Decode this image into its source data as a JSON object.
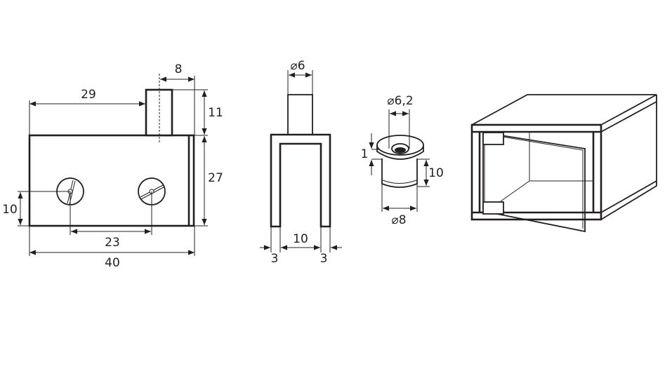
{
  "drawing_1": {
    "width": "8",
    "offset": "29",
    "pin_height": "11",
    "body_height": "27",
    "hole_height": "10",
    "hole_spacing": "23",
    "length": "40"
  },
  "drawing_2": {
    "pin_diameter": "⌀6",
    "gap": "10",
    "left_leg": "3",
    "right_leg": "3"
  },
  "drawing_3": {
    "hole_diameter": "⌀6,2",
    "flange": "1",
    "height": "10",
    "outer_diameter": "⌀8"
  }
}
